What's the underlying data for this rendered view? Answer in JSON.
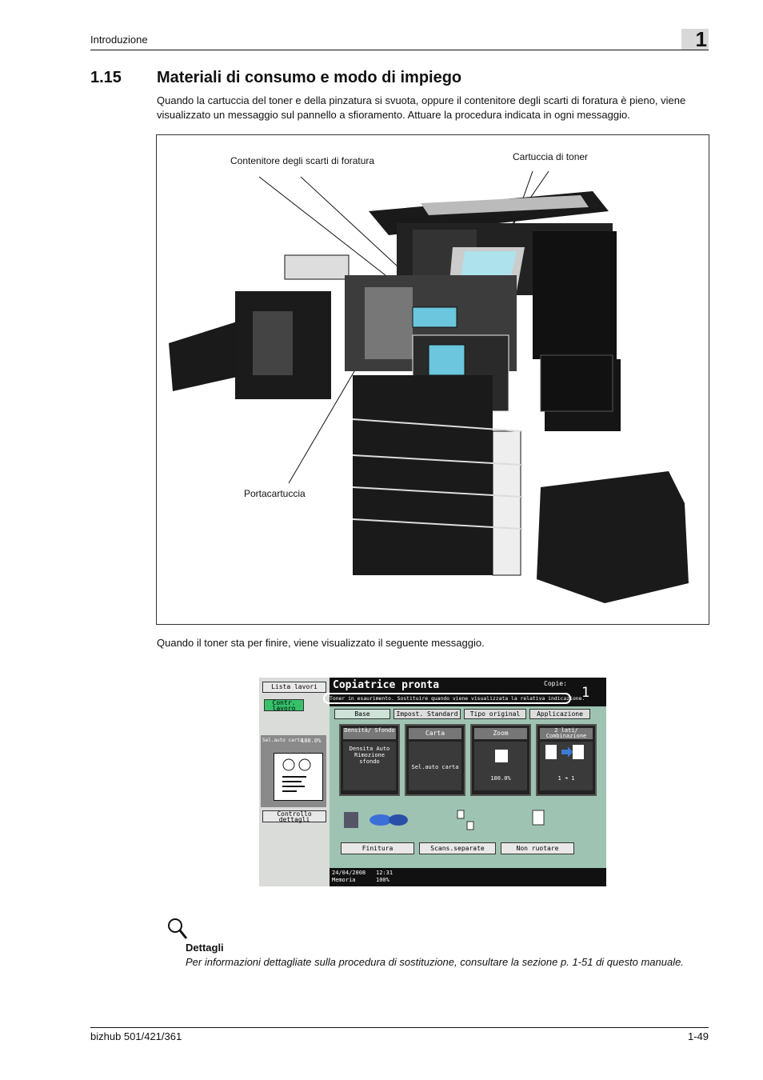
{
  "header": {
    "section": "Introduzione",
    "chapter": "1"
  },
  "section": {
    "number": "1.15",
    "title": "Materiali di consumo e modo di impiego"
  },
  "intro": "Quando la cartuccia del toner e della pinzatura si svuota, oppure il contenitore degli scarti di foratura è pieno, viene visualizzato un messaggio sul pannello a sfioramento. Attuare la procedura indicata in ogni messaggio.",
  "figure": {
    "callouts": {
      "punch_waste": "Contenitore degli scarti di foratura",
      "toner": "Cartuccia di toner",
      "holder": "Portacartuccia"
    }
  },
  "para2": "Quando il toner sta per finire, viene visualizzato il seguente messaggio.",
  "panel": {
    "job_list": "Lista lavori",
    "job_check": "Contr. lavoro",
    "status_title": "Copiatrice pronta",
    "copies_label": "Copie:",
    "copies_value": "1",
    "message": "Toner in esaurimento. Sostituire quando viene visualizzata la relativa indicazione.",
    "tabs": [
      "Base",
      "Impost. Standard",
      "Tipo original",
      "Applicazione"
    ],
    "tiles": [
      {
        "head": "Densità/ Sfondo",
        "body": "Densita Auto Rimozione sfondo"
      },
      {
        "head": "Carta",
        "body": "Sel.auto carta"
      },
      {
        "head": "Zoom",
        "body": "100.0%"
      },
      {
        "head": "2 lati/ Combinazione",
        "body": "1 ➜ 1"
      }
    ],
    "left_paper": "Sel.auto carta",
    "left_zoom": "100.0%",
    "detail_check": "Controllo dettagli",
    "bottom_buttons": [
      "Finitura",
      "Scans.separate",
      "Non ruotare"
    ],
    "date": "24/04/2008",
    "time": "12:31",
    "memory_label": "Memoria",
    "memory_value": "100%"
  },
  "note": {
    "title": "Dettagli",
    "body": "Per informazioni dettagliate sulla procedura di sostituzione, consultare la sezione p. 1-51 di questo manuale."
  },
  "footer": {
    "model": "bizhub 501/421/361",
    "page": "1-49"
  }
}
